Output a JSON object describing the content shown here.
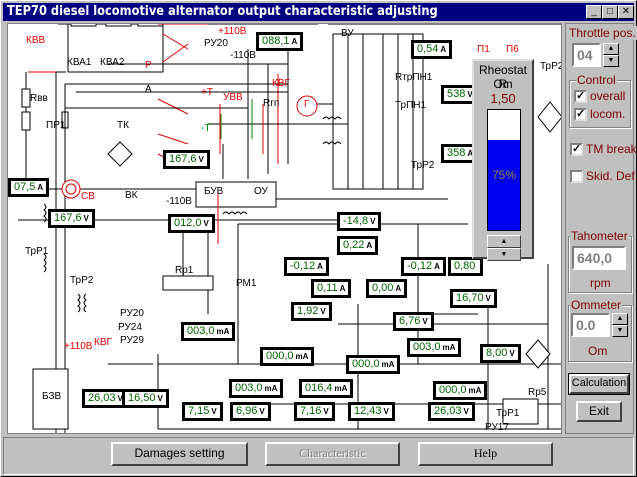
{
  "window": {
    "title": "TEP70 diesel locomotive alternator output characteristic adjusting",
    "minimize_icon": "_",
    "maximize_icon": "□",
    "close_icon": "✕"
  },
  "schematic": {
    "labels": {
      "kvv": "КВВ",
      "kva1": "КВА1",
      "kva2": "КВА2",
      "plus110_top": "+110В",
      "minus110_top": "-110В",
      "ru20_top": "РУ20",
      "p": "Р",
      "a": "А",
      "rvv": "Rвв",
      "pr1": "ПР1",
      "tk": "ТК",
      "vk": "ВК",
      "sv": "СВ",
      "plus_t": "+Т",
      "minus_t": "-Т",
      "uvv": "УВВ",
      "kvg_top": "КВГ",
      "rgp": "Rгп",
      "g": "Г",
      "vu": "ВУ",
      "rtrpn1": "RтрПН1",
      "trpn1": "ТрПН1",
      "trp2_mid": "ТрР2",
      "trp2_right": "ТрР2",
      "p1": "П1",
      "p6": "П6",
      "buv": "БУВ",
      "ou": "ОУ",
      "minus110_mid": "-110В",
      "trp1": "ТрР1",
      "trp2": "ТрР2",
      "rp1": "Rр1",
      "pm1": "РМ1",
      "ru20": "РУ20",
      "ru24": "РУ24",
      "ru29": "РУ29",
      "plus110_bottom": "+110В",
      "kvg_bottom": "КВГ",
      "bzv": "БЗВ",
      "trp1_bottom": "ТрР1",
      "rp5": "Rр5",
      "ru17": "РУ17"
    },
    "meters": [
      {
        "id": "m-088",
        "value": "088,1",
        "unit": "А"
      },
      {
        "id": "m-054",
        "value": "0,54",
        "unit": "А"
      },
      {
        "id": "m-538",
        "value": "538",
        "unit": "V"
      },
      {
        "id": "m-358",
        "value": "358",
        "unit": "А"
      },
      {
        "id": "m-1676a",
        "value": "167,6",
        "unit": "V"
      },
      {
        "id": "m-075",
        "value": "07,5",
        "unit": "А"
      },
      {
        "id": "m-1676b",
        "value": "167,6",
        "unit": "V"
      },
      {
        "id": "m-0120",
        "value": "012,0",
        "unit": "V"
      },
      {
        "id": "m-148",
        "value": "-14,8",
        "unit": "V"
      },
      {
        "id": "m-022",
        "value": "0,22",
        "unit": "А"
      },
      {
        "id": "m-012a",
        "value": "-0,12",
        "unit": "А"
      },
      {
        "id": "m-012b",
        "value": "-0,12",
        "unit": "А"
      },
      {
        "id": "m-080",
        "value": "0,80",
        "unit": ""
      },
      {
        "id": "m-011",
        "value": "0,11",
        "unit": "А"
      },
      {
        "id": "m-000",
        "value": "0,00",
        "unit": "А"
      },
      {
        "id": "m-192",
        "value": "1,92",
        "unit": "V"
      },
      {
        "id": "m-676",
        "value": "6,76",
        "unit": "V"
      },
      {
        "id": "m-1670",
        "value": "16,70",
        "unit": "V"
      },
      {
        "id": "m-0030a",
        "value": "003,0",
        "unit": "mA"
      },
      {
        "id": "m-0030b",
        "value": "003,0",
        "unit": "mA"
      },
      {
        "id": "m-0000a",
        "value": "000,0",
        "unit": "mA"
      },
      {
        "id": "m-0000b",
        "value": "000,0",
        "unit": "mA"
      },
      {
        "id": "m-0000c",
        "value": "000,0",
        "unit": "mA"
      },
      {
        "id": "m-800",
        "value": "8,00",
        "unit": "V"
      },
      {
        "id": "m-2603a",
        "value": "26,03",
        "unit": "V"
      },
      {
        "id": "m-1650",
        "value": "16,50",
        "unit": "V"
      },
      {
        "id": "m-0030c",
        "value": "003,0",
        "unit": "mA"
      },
      {
        "id": "m-0164",
        "value": "016,4",
        "unit": "mA"
      },
      {
        "id": "m-715",
        "value": "7,15",
        "unit": "V"
      },
      {
        "id": "m-696",
        "value": "6,96",
        "unit": "V"
      },
      {
        "id": "m-716",
        "value": "7,16",
        "unit": "V"
      },
      {
        "id": "m-1243",
        "value": "12,43",
        "unit": "V"
      },
      {
        "id": "m-2603b",
        "value": "26,03",
        "unit": "V"
      }
    ]
  },
  "rheostat": {
    "title": "Rheostat R",
    "unit": "Om",
    "value": "1,50",
    "fill_percent": 75,
    "percent_label": "75%",
    "up_icon": "▲",
    "down_icon": "▼"
  },
  "right_panel": {
    "throttle": {
      "title": "Throttle pos.",
      "value": "04",
      "up_icon": "▲",
      "down_icon": "▼"
    },
    "control": {
      "title": "Control",
      "overall": {
        "label": "overall",
        "checked": true
      },
      "locom": {
        "label": "locom.",
        "checked": true
      }
    },
    "tm_break": {
      "label": "TM break",
      "checked": true
    },
    "skid_def": {
      "label": "Skid. Def.",
      "checked": false
    },
    "check_mark": "✓",
    "tahometer": {
      "title": "Tahometer",
      "value": "640,0",
      "unit": "rpm"
    },
    "ommeter": {
      "title": "Ommeter",
      "value": "0.0",
      "unit": "Om",
      "up_icon": "▲",
      "down_icon": "▼"
    },
    "calculation_label": "Calculation",
    "exit_label": "Exit"
  },
  "bottom_bar": {
    "damages_label": "Damages setting",
    "characteristic_label": "Characteristic",
    "help_label": "Help"
  },
  "colors": {
    "title_bg": "#000080",
    "meter_text": "#006400",
    "circuit_red": "#e00000",
    "circuit_green": "#008000",
    "panel_label": "#800000",
    "rheostat_fill": "#0000f0"
  }
}
